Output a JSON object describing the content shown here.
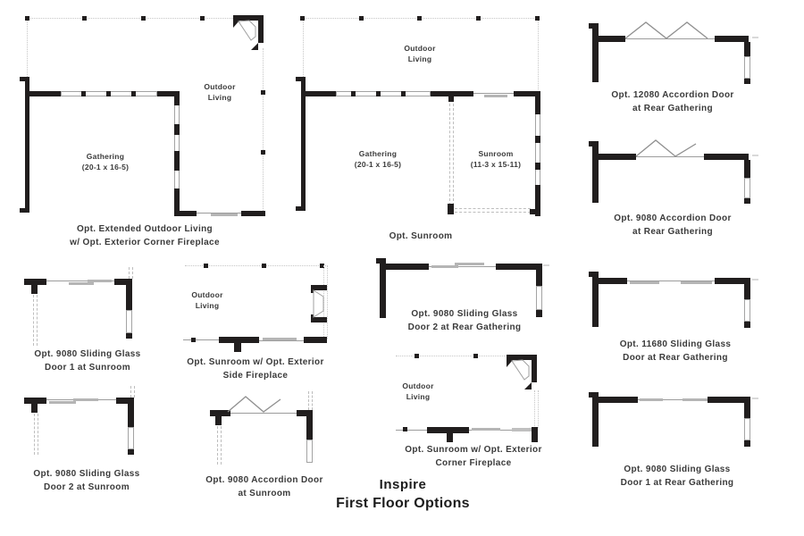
{
  "palette": {
    "wall": "#211e1e",
    "dotted": "#c6c6c6",
    "panel": "#b5b5b5",
    "track": "#9c9c9c",
    "text": "#3a3a3a",
    "title": "#1c1c1c"
  },
  "title": {
    "line1": "Inspire",
    "line2": "First Floor Options"
  },
  "labels": {
    "outdoor_living": "Outdoor\nLiving",
    "gathering": "Gathering\n(20-1 x 16-5)",
    "sunroom": "Sunroom\n(11-3 x 15-11)"
  },
  "plans": {
    "extended_outdoor_living": {
      "caption": "Opt. Extended Outdoor Living\nw/ Opt. Exterior Corner Fireplace"
    },
    "sunroom": {
      "caption": "Opt. Sunroom"
    },
    "accordion_12080_rear": {
      "caption": "Opt. 12080 Accordion Door\nat Rear Gathering"
    },
    "accordion_9080_rear": {
      "caption": "Opt. 9080 Accordion Door\nat Rear Gathering"
    },
    "sgd1_sunroom": {
      "caption": "Opt. 9080 Sliding Glass\nDoor 1 at Sunroom"
    },
    "sunroom_side_fireplace": {
      "caption": "Opt. Sunroom w/ Opt. Exterior\nSide Fireplace"
    },
    "sgd2_rear_gathering": {
      "caption": "Opt. 9080 Sliding Glass\nDoor 2 at Rear Gathering"
    },
    "sgd_11680_rear": {
      "caption": "Opt. 11680 Sliding Glass\nDoor at Rear Gathering"
    },
    "sgd2_sunroom": {
      "caption": "Opt. 9080 Sliding Glass\nDoor 2 at Sunroom"
    },
    "accordion_sunroom": {
      "caption": "Opt. 9080 Accordion Door\nat Sunroom"
    },
    "sunroom_corner_fireplace": {
      "caption": "Opt. Sunroom w/ Opt. Exterior\nCorner Fireplace"
    },
    "sgd1_rear_gathering": {
      "caption": "Opt. 9080 Sliding Glass\nDoor 1 at Rear Gathering"
    }
  }
}
